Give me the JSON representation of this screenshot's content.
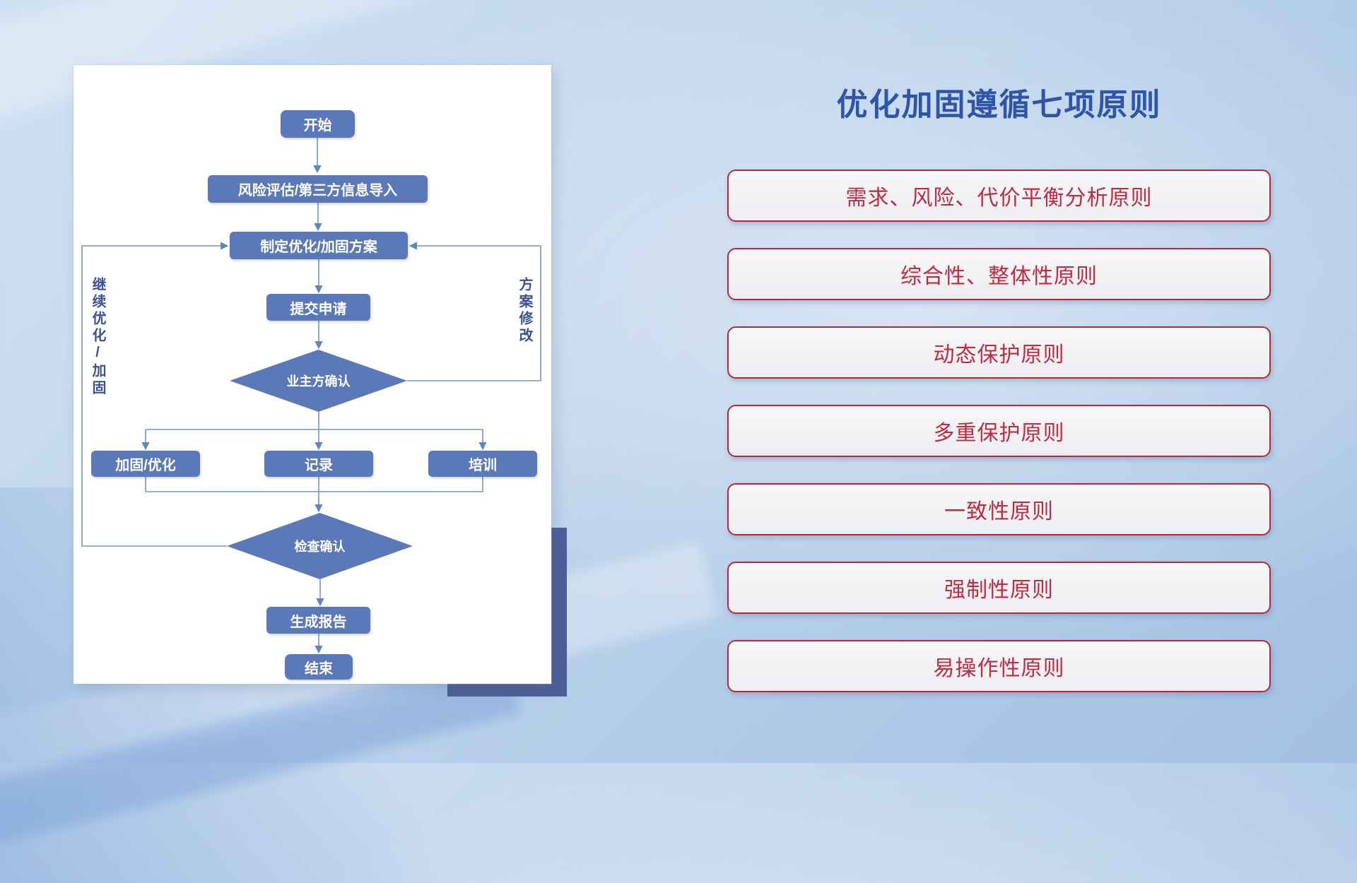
{
  "title": "优化加固遵循七项原则",
  "flowchart": {
    "nodes": {
      "start": "开始",
      "risk_import": "风险评估/第三方信息导入",
      "make_plan": "制定优化/加固方案",
      "submit": "提交申请",
      "owner_confirm": "业主方确认",
      "harden": "加固/优化",
      "record": "记录",
      "training": "培训",
      "check_confirm": "检查确认",
      "report": "生成报告",
      "end": "结束"
    },
    "loop_labels": {
      "left": "继续优化/加固",
      "right": "方案修改"
    }
  },
  "principles": [
    {
      "label": "需求、风险、代价平衡分析原则"
    },
    {
      "label": "综合性、整体性原则"
    },
    {
      "label": "动态保护原则"
    },
    {
      "label": "多重保护原则"
    },
    {
      "label": "一致性原则"
    },
    {
      "label": "强制性原则"
    },
    {
      "label": "易操作性原则"
    }
  ],
  "colors": {
    "title_text": "#2e55a8",
    "node_fill": "#5b79b8",
    "connector_line": "#6e95ca",
    "principle_border": "#b3293b",
    "principle_text": "#c02a40",
    "shadow_block": "#4d5f96",
    "background_base": "#b4cde8"
  }
}
